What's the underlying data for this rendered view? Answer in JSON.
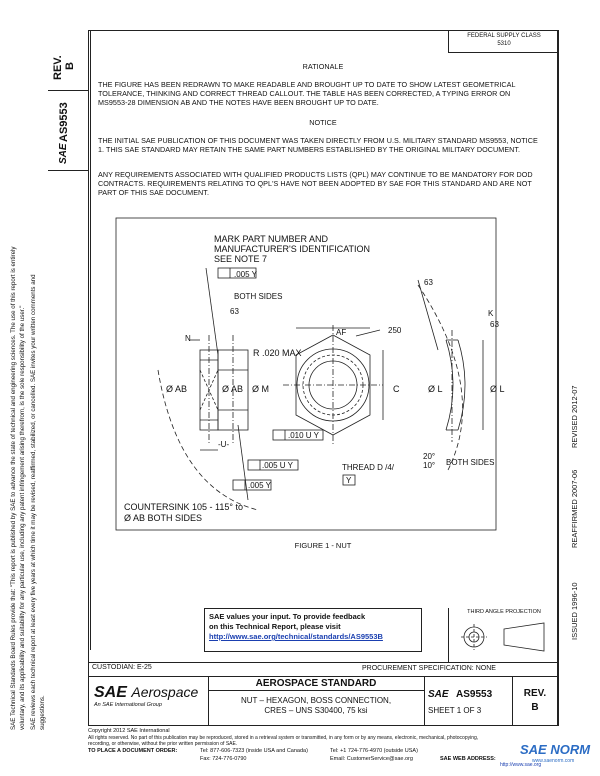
{
  "left_margin": {
    "line1": "SAE Technical Standards Board Rules provide that: \"This report is published by SAE to advance the state of technical and engineering sciences. The use of this report is entirely",
    "line2": "voluntary, and its applicability and suitability for any particular use, including any patent infringement arising therefrom, is the sole responsibility of the user.\"",
    "line3": "SAE reviews each technical report at least every five years at which time it may be revised, reaffirmed, stabilized, or cancelled. SAE invites your written comments and",
    "line4": "suggestions."
  },
  "spine": {
    "rev_label": "REV.",
    "rev_value": "B",
    "doc_number": "AS9553",
    "sae_logo": "SAE",
    "issued": "ISSUED 1996-10",
    "reaffirmed": "REAFFIRMED 2007-06",
    "revised": "REVISED 2012-07"
  },
  "header_box": {
    "line1": "FEDERAL SUPPLY CLASS",
    "line2": "5310"
  },
  "rationale": {
    "title": "RATIONALE",
    "body": "THE FIGURE HAS BEEN REDRAWN TO MAKE READABLE AND BROUGHT UP TO DATE TO SHOW LATEST GEOMETRICAL TOLERANCE, THINKING AND CORRECT THREAD CALLOUT. THE TABLE HAS BEEN CORRECTED, A TYPING ERROR ON MS9553-28 DIMENSION AB AND THE NOTES HAVE BEEN BROUGHT UP TO DATE."
  },
  "notice": {
    "title": "NOTICE",
    "body1": "THE INITIAL SAE PUBLICATION OF THIS DOCUMENT WAS TAKEN DIRECTLY FROM U.S. MILITARY STANDARD MS9553, NOTICE 1. THIS SAE STANDARD MAY RETAIN THE SAME PART NUMBERS ESTABLISHED BY THE ORIGINAL MILITARY DOCUMENT.",
    "body2": "ANY REQUIREMENTS ASSOCIATED WITH QUALIFIED PRODUCTS LISTS (QPL) MAY CONTINUE TO BE MANDATORY FOR DOD CONTRACTS. REQUIREMENTS RELATING TO QPL'S HAVE NOT BEEN ADOPTED BY SAE FOR THIS STANDARD AND ARE NOT PART OF THIS SAE DOCUMENT."
  },
  "figure": {
    "mark_note_1": "MARK PART NUMBER AND",
    "mark_note_2": "MANUFACTURER'S IDENTIFICATION",
    "mark_note_3": "SEE NOTE 7",
    "fcf_top": ".005 Y",
    "both_sides": "BOTH SIDES",
    "angle_63": "63",
    "n_label": "N",
    "radius": "R .020 MAX",
    "af_label": "AF",
    "angle_250": "250",
    "k_label": "K",
    "dia_ab": "Ø AB",
    "dia_ab2": "Ø AB",
    "dia_m": "Ø M",
    "c_label": "C",
    "dia_l": "Ø L",
    "dia_l2": "Ø L",
    "u_datum": "-U-",
    "fcf_u": ".010 U Y",
    "fcf_u2": ".005 U Y",
    "thread": "THREAD D /4/",
    "y_datum": "Y",
    "fcf_bottom": ".005 Y",
    "chamfer_angle": "20°",
    "chamfer_angle2": "10°",
    "chamfer_note": "BOTH SIDES",
    "countersink_1": "COUNTERSINK 105 - 115° to",
    "countersink_2": "Ø AB BOTH SIDES",
    "caption": "FIGURE 1 - NUT"
  },
  "feedback": {
    "line1": "SAE values your input. To provide feedback",
    "line2": "on this Technical Report, please visit",
    "link": "http://www.sae.org/technical/standards/AS9553B"
  },
  "projection": {
    "label": "THIRD ANGLE PROJECTION"
  },
  "custodian": {
    "label": "CUSTODIAN: E-25",
    "procurement": "PROCUREMENT SPECIFICATION: NONE"
  },
  "title_block": {
    "logo_sae": "SAE",
    "logo_aerospace": "Aerospace",
    "logo_tag": "An SAE International Group",
    "standard": "AEROSPACE STANDARD",
    "title_line1": "NUT – HEXAGON, BOSS CONNECTION,",
    "title_line2": "CRES – UNS S30400, 75 ksi",
    "doc_logo": "SAE",
    "doc_number": "AS9553",
    "sheet": "SHEET 1 OF 3",
    "rev_label": "REV.",
    "rev_value": "B"
  },
  "footer": {
    "copyright": "Copyright 2012 SAE International",
    "rights": "All rights reserved. No part of this publication may be reproduced, stored in a retrieval system or transmitted, in any form or by any means, electronic, mechanical, photocopying,",
    "rights2": "recording, or otherwise, without the prior written permission of SAE.",
    "order": "TO PLACE A DOCUMENT ORDER:",
    "tel": "Tel: 877-606-7323 (inside USA and Canada)",
    "fax": "Fax: 724-776-0790",
    "tel2": "Tel: +1 724-776-4970 (outside USA)",
    "email": "Email: CustomerService@sae.org",
    "web": "SAE WEB ADDRESS:",
    "web_url": "http://www.sae.org",
    "watermark": "SAE NORM",
    "watermark_sub": "www.saenorm.com"
  }
}
